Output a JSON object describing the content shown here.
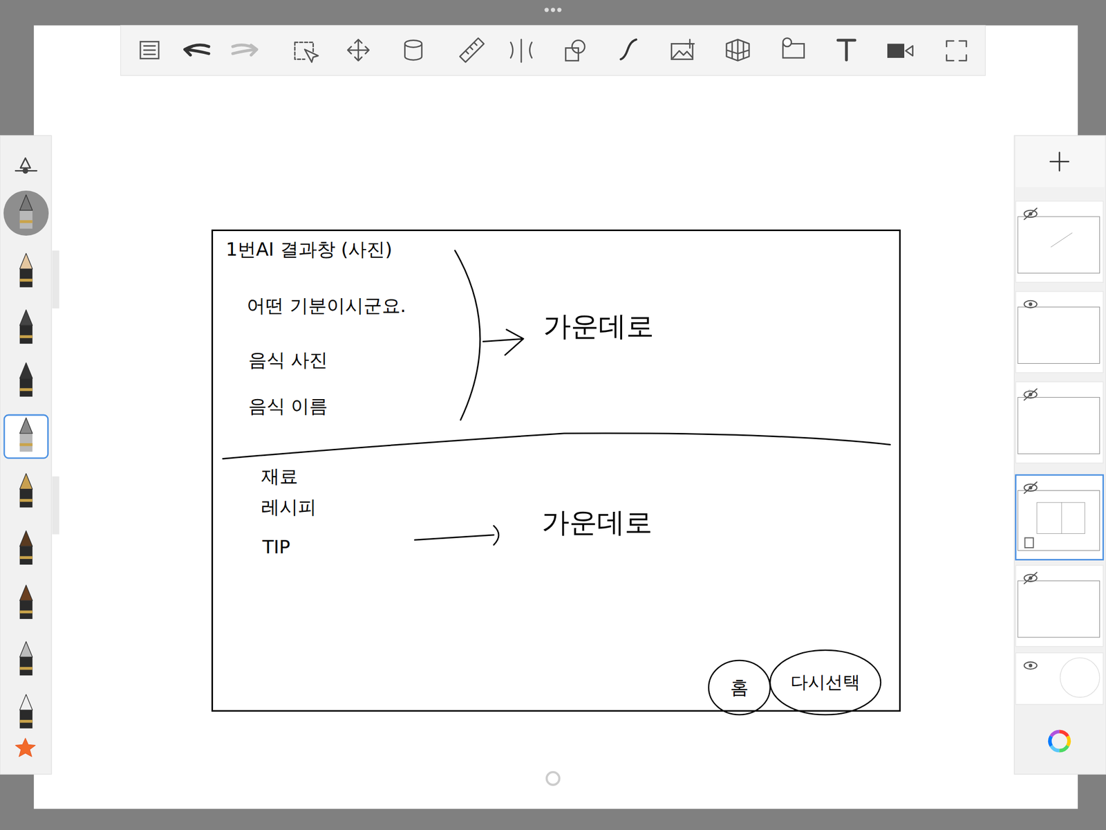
{
  "diagram": {
    "nodes": [
      {
        "text": [
          "1번AI 결과창 (사진)"
        ]
      },
      {
        "text": [
          "홈"
        ],
        "in": 0
      },
      {
        "text": [
          "다시선택"
        ],
        "in": 0
      }
    ],
    "labels": [
      "어떤 기분이시군요.",
      "음식 사진",
      "음식 이름",
      "가운데로",
      "재료",
      "레시피",
      "TIP",
      "가운데로"
    ]
  }
}
